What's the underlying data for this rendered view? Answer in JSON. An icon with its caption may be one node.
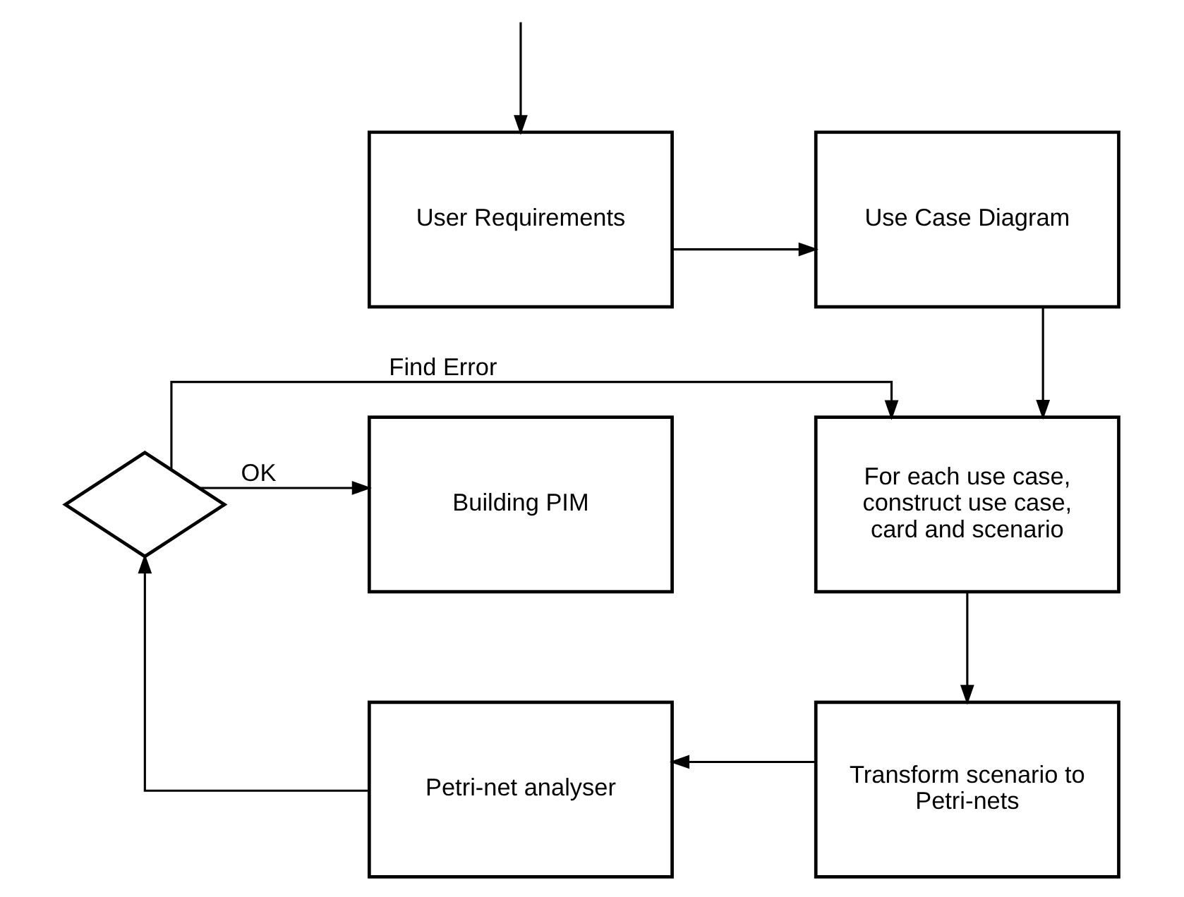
{
  "diagram": {
    "nodes": [
      {
        "text": [
          "User Requirements"
        ]
      },
      {
        "text": [
          "Use Case Diagram"
        ]
      },
      {
        "text": [
          "For each use case, construct use case, card and scenario"
        ]
      },
      {
        "text": [
          "Transform scenario to Petri-nets"
        ]
      },
      {
        "text": [
          "Petri-net analyser"
        ]
      },
      {
        "text": [],
        "shape": "diamond"
      },
      {
        "text": [
          "Building PIM"
        ]
      }
    ],
    "edges": [
      {
        "from": null,
        "to": 0,
        "arrow": "to"
      },
      {
        "from": 0,
        "to": 1,
        "arrow": "to"
      },
      {
        "from": 1,
        "to": 2,
        "arrow": "to"
      },
      {
        "from": 2,
        "to": 3,
        "arrow": "to"
      },
      {
        "from": 3,
        "to": 4,
        "arrow": "to"
      },
      {
        "from": 4,
        "to": 5,
        "arrow": "to"
      },
      {
        "from": 5,
        "to": 2,
        "arrow": "to",
        "label": "Find Error"
      },
      {
        "from": 5,
        "to": 6,
        "arrow": "to",
        "label": "OK"
      }
    ]
  }
}
